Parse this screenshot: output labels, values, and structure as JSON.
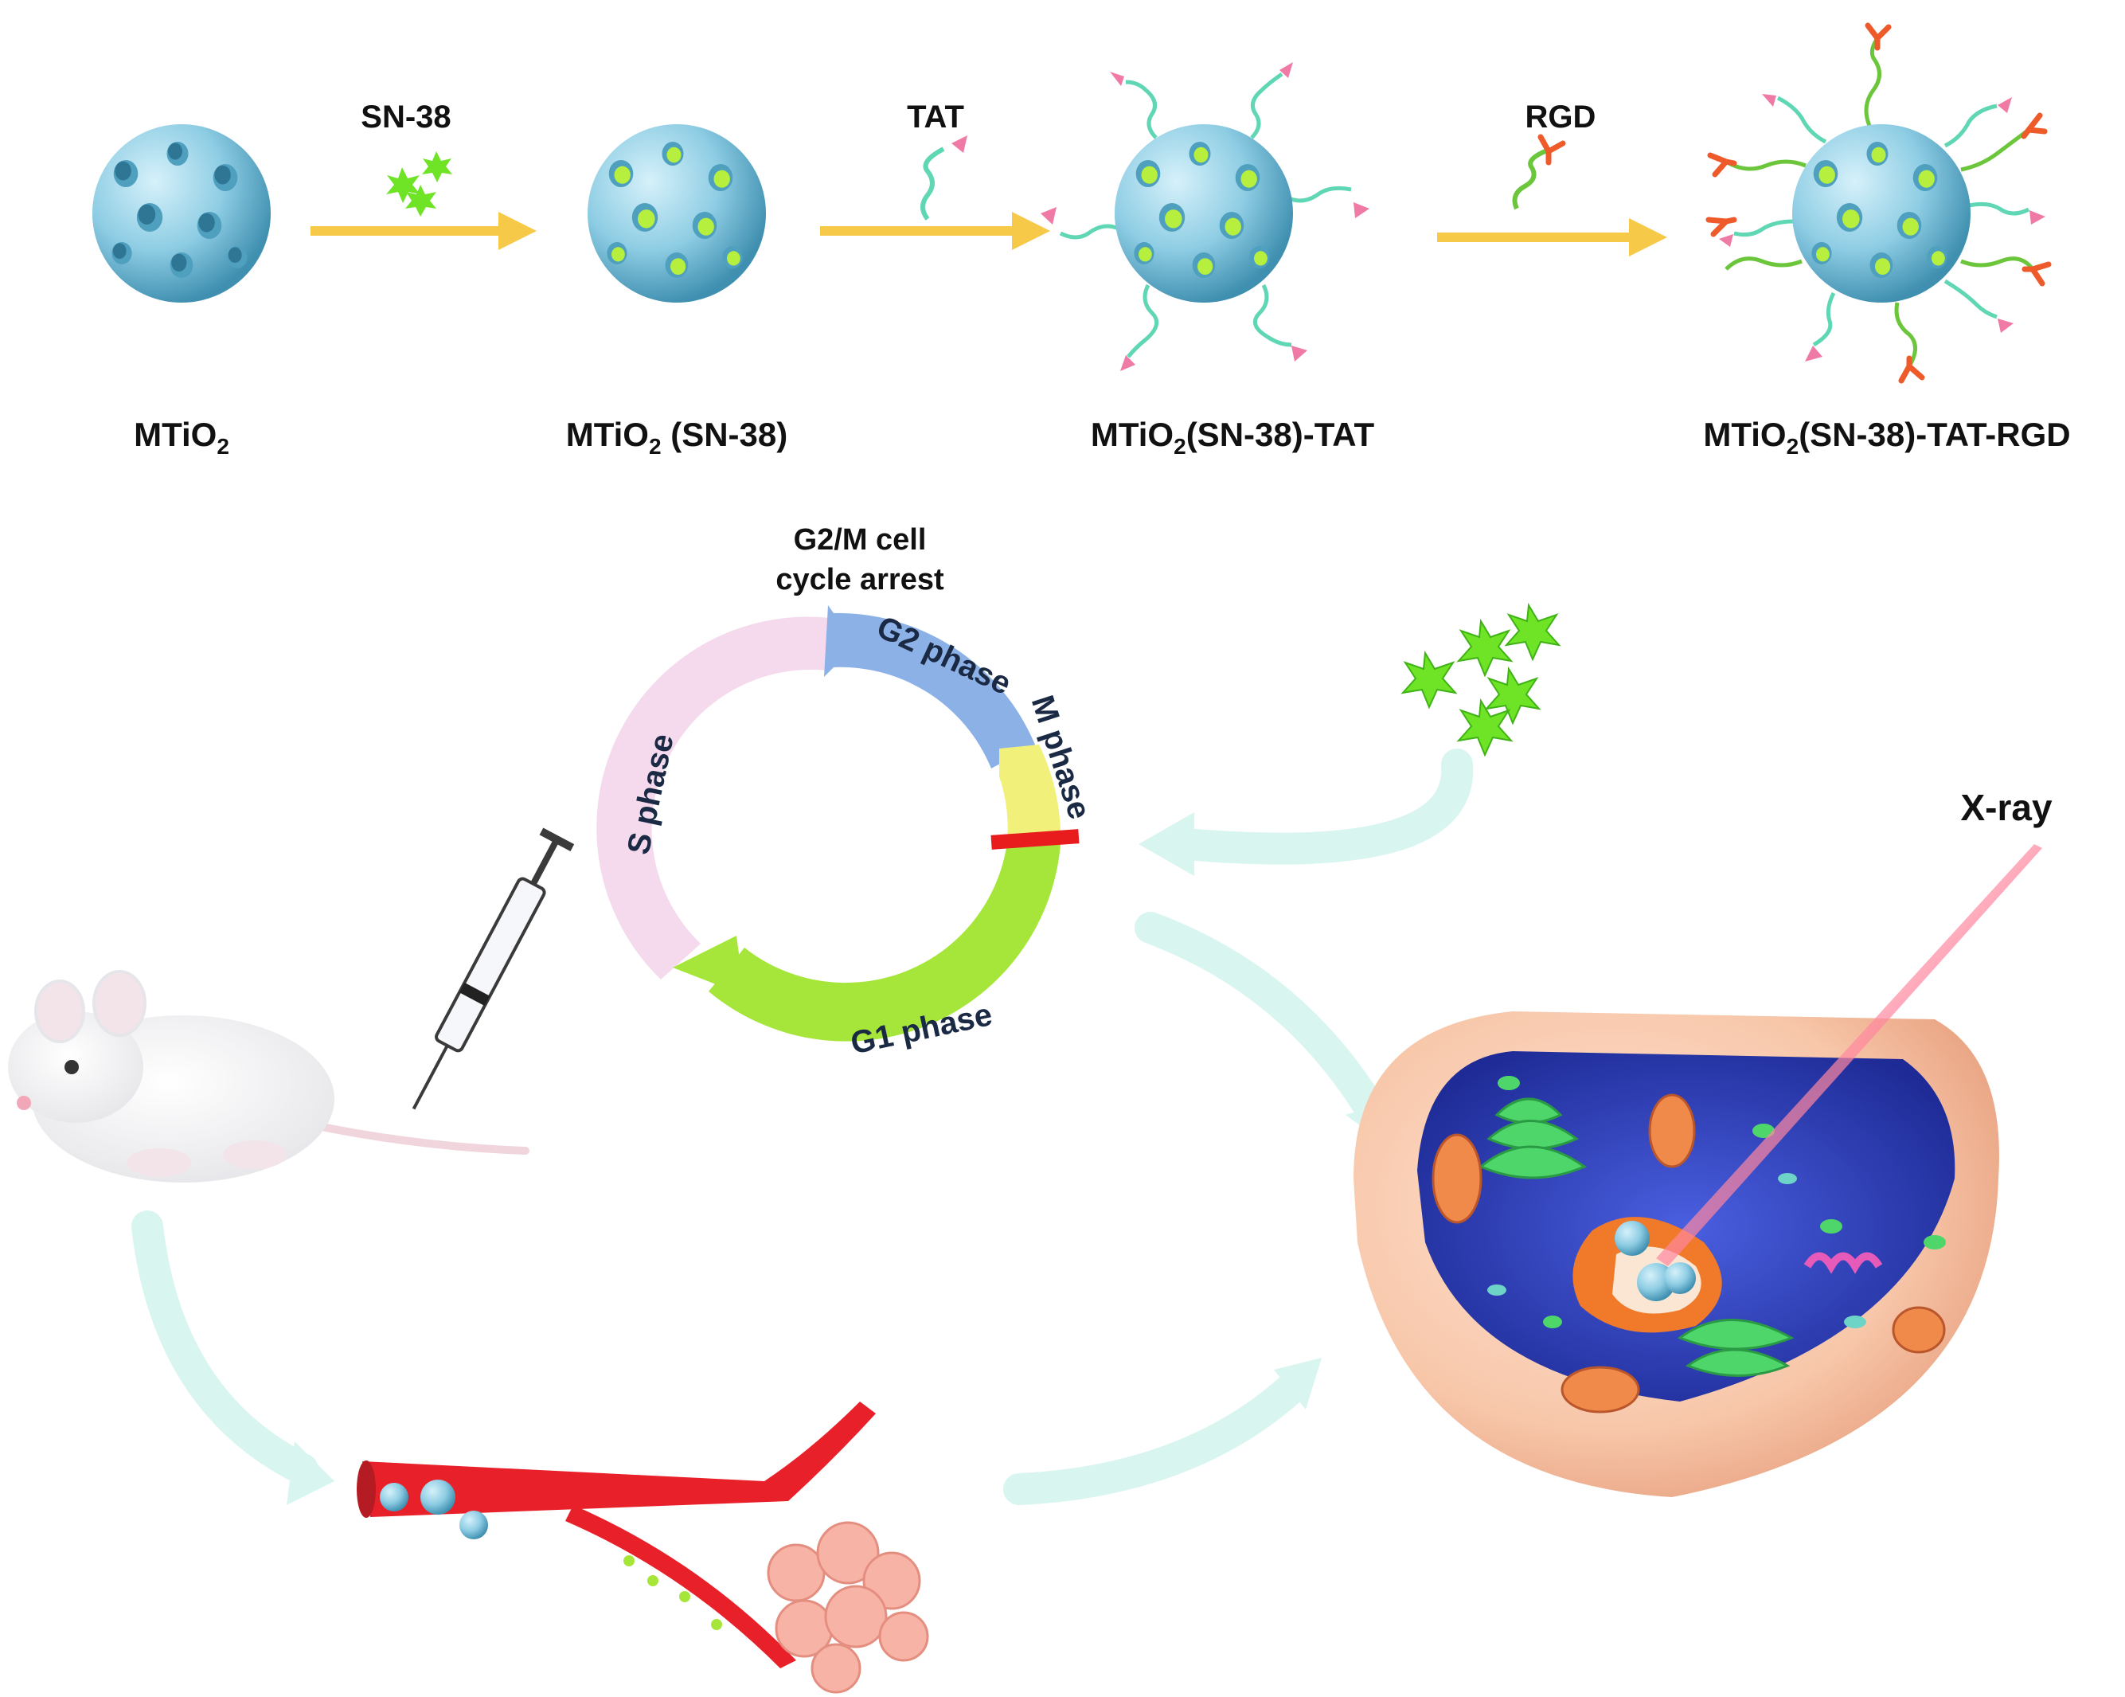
{
  "colors": {
    "particle": "#8ecde4",
    "particle_dark": "#4f9fbe",
    "drug_star": "#6fe326",
    "arrow_yellow": "#f7c948",
    "flow_arrow": "#d9f5ef",
    "tat_chain": "#5fd6b4",
    "tat_tip": "#f07aa6",
    "rgd_chain": "#6cc63c",
    "rgd_tip": "#ee5a2a",
    "s_phase": "#f5d9ec",
    "g2_phase": "#8bb1e6",
    "m_phase": "#f0f07a",
    "g1_phase": "#a6e63a",
    "arrest_bar": "#e81c1c",
    "vessel": "#e8202a",
    "cell_shell": "#f8c7aa",
    "cytoplasm": "#2d3fb8",
    "xray": "#ff5b78"
  },
  "synthesis": {
    "steps": [
      {
        "reagent": "SN-38",
        "reagent_icon": "drug-stars-icon"
      },
      {
        "reagent": "TAT",
        "reagent_icon": "tat-peptide-icon"
      },
      {
        "reagent": "RGD",
        "reagent_icon": "rgd-peptide-icon"
      }
    ],
    "products": [
      {
        "main": "MTiO",
        "sub": "2",
        "tail": ""
      },
      {
        "main": "MTiO",
        "sub": "2",
        "tail": " (SN-38)"
      },
      {
        "main": "MTiO",
        "sub": "2",
        "tail": "(SN-38)-TAT"
      },
      {
        "main": "MTiO",
        "sub": "2",
        "tail": "(SN-38)-TAT-RGD"
      }
    ]
  },
  "cell_cycle": {
    "arrest_label_line1": "G2/M cell",
    "arrest_label_line2": "cycle arrest",
    "phases": {
      "s": "S phase",
      "g2": "G2 phase",
      "m": "M phase",
      "g1": "G1 phase"
    }
  },
  "xray_label": "X-ray",
  "icons": [
    "mouse-icon",
    "syringe-icon",
    "blood-vessel-icon",
    "tumor-cell-icon",
    "released-drug-icon"
  ]
}
